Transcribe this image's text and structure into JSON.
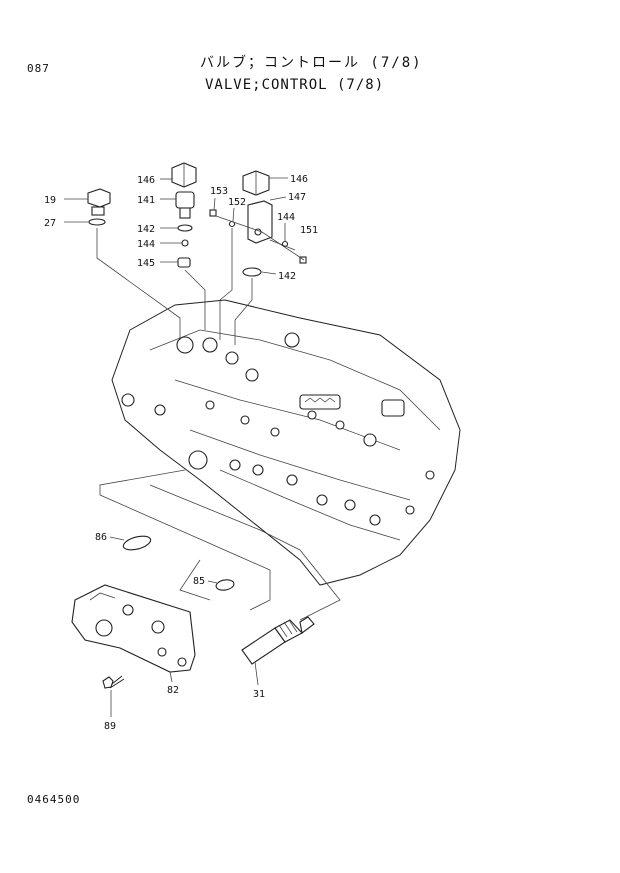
{
  "header": {
    "page_number": "087",
    "title_ja": "バルブ；コントロール (7/8)",
    "title_en": "VALVE;CONTROL (7/8)"
  },
  "footer": {
    "document_number": "0464500"
  },
  "diagram": {
    "part_labels": {
      "p146a": "146",
      "p141": "141",
      "p19": "19",
      "p27": "27",
      "p142a": "142",
      "p144a": "144",
      "p145": "145",
      "p153": "153",
      "p152": "152",
      "p146b": "146",
      "p147": "147",
      "p144b": "144",
      "p151": "151",
      "p142b": "142",
      "p86": "86",
      "p85": "85",
      "p82": "82",
      "p89": "89",
      "p31": "31"
    }
  }
}
